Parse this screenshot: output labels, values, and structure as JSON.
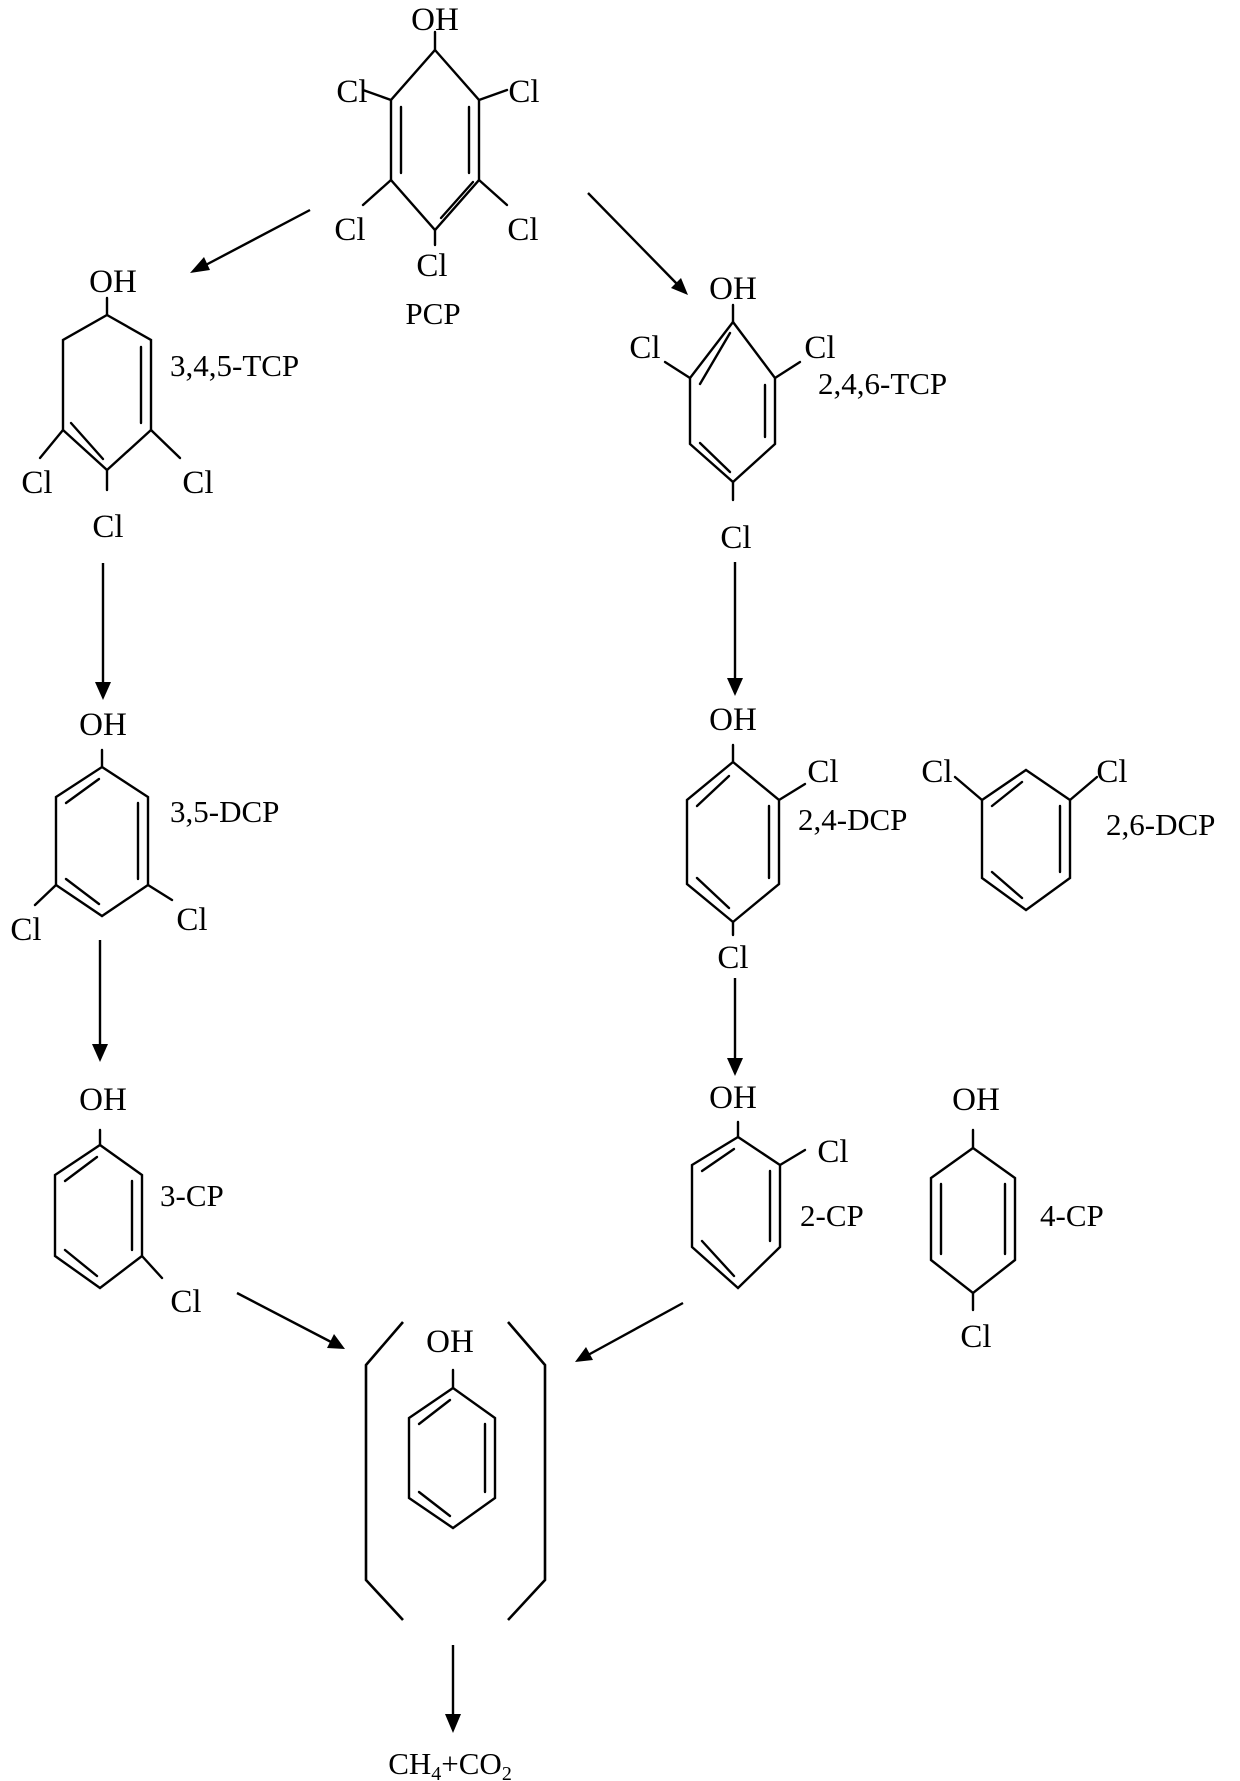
{
  "atoms": {
    "hydroxyl": "OH",
    "chlorine": "Cl"
  },
  "compounds": {
    "pcp": "PCP",
    "tcp_345": "3,4,5-TCP",
    "tcp_246": "2,4,6-TCP",
    "dcp_35": "3,5-DCP",
    "dcp_24": "2,4-DCP",
    "dcp_26": "2,6-DCP",
    "cp_3": "3-CP",
    "cp_2": "2-CP",
    "cp_4": "4-CP"
  },
  "products": {
    "ch": "CH",
    "ch_sub": "4",
    "plus_co": "+CO",
    "co_sub": "2"
  },
  "pathway_edges": [
    {
      "from": "PCP",
      "to": "3,4,5-TCP"
    },
    {
      "from": "PCP",
      "to": "2,4,6-TCP"
    },
    {
      "from": "3,4,5-TCP",
      "to": "3,5-DCP"
    },
    {
      "from": "3,5-DCP",
      "to": "3-CP"
    },
    {
      "from": "2,4,6-TCP",
      "to": "2,4-DCP"
    },
    {
      "from": "2,4-DCP",
      "to": "2-CP"
    },
    {
      "from": "3-CP",
      "to": "phenol"
    },
    {
      "from": "2-CP",
      "to": "phenol"
    },
    {
      "from": "phenol",
      "to": "CH4+CO2"
    }
  ]
}
